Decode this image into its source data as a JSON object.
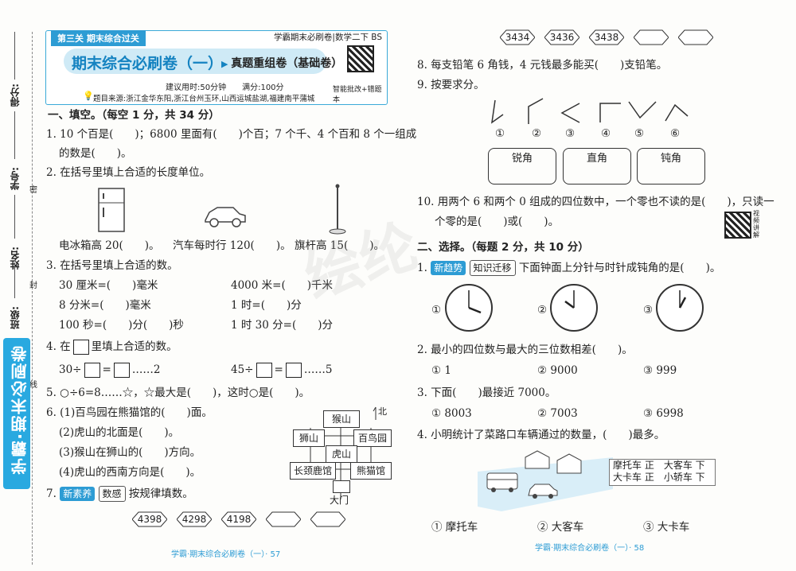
{
  "left_strip": {
    "score_label": "得分:",
    "id_label": "学号:",
    "name_label": "姓名:",
    "class_label": "班级:",
    "seal_chars": [
      "密",
      "封",
      "线"
    ],
    "brand": "学霸·期末必刷卷"
  },
  "header": {
    "tag": "第三关 期末综合过关",
    "series": "学霸期末必刷卷|数学二下 BS",
    "title": "期末综合必刷卷（一）",
    "subtitle": "真题重组卷（基础卷）",
    "meta": "建议用时:50分钟　　满分:100分",
    "qr_caption": "智能批改+错题本",
    "source": "题目来源:浙江金华东阳,浙江台州玉环,山西运城盐湖,福建南平蒲城"
  },
  "section1": {
    "heading": "一、填空。（每空 1 分，共 34 分）",
    "q1_line1": "1. 10 个百是(　　)；6800 里面有(　　)个百；7 个千、4 个百和 8 个一组成",
    "q1_line2": "的数是(　　)。",
    "q2": "2. 在括号里填上合适的长度单位。",
    "q2_fridge": "电冰箱高 20(　　)。",
    "q2_car": "汽车每时行 120(　　)。",
    "q2_flag": "旗杆高 15(　　)。",
    "q3": "3. 在括号里填上合适的数。",
    "q3_items": [
      "30 厘米=(　　)毫米",
      "4000 米=(　　)千米",
      "8 分米=(　　)毫米",
      "1 时=(　　)分",
      "100 秒=(　　)分(　　)秒",
      "1 时 30 分=(　　)分"
    ],
    "q4_pre": "4. 在",
    "q4_post": "里填上合适的数。",
    "q4_a1": "30÷",
    "q4_a2": "=",
    "q4_a3": "……2",
    "q4_b1": "45÷",
    "q4_b2": "=",
    "q4_b3": "……5",
    "q5": "5. ○÷6=8……☆，☆最大是(　　)，这时○是(　　)。",
    "q6_1": "6. (1)百鸟园在熊猫馆的(　　)面。",
    "q6_2": "(2)虎山的北面是(　　)。",
    "q6_3": "(3)猴山在狮山的(　　)方向。",
    "q6_4": "(4)虎山的西南方向是(　　)。",
    "map": {
      "north": "北",
      "monkey": "猴山",
      "lion": "狮山",
      "bird": "百鸟园",
      "tiger": "虎山",
      "deer": "长颈鹿馆",
      "panda": "熊猫馆",
      "gate": "大门"
    },
    "q7_num": "7.",
    "q7_tag1": "新素养",
    "q7_tag2": "数感",
    "q7_text": "按规律填数。",
    "q7_diamonds": [
      "4398",
      "4298",
      "4198",
      "",
      ""
    ],
    "q7_top_diamonds": [
      "3434",
      "3436",
      "3438",
      "",
      ""
    ],
    "footer_left": "学霸·期末综合必刷卷（一）· 57"
  },
  "right": {
    "q8": "8. 每支铅笔 6 角钱，4 元钱最多能买(　　)支铅笔。",
    "q9": "9. 按要求分。",
    "angle_nums": [
      "①",
      "②",
      "③",
      "④",
      "⑤",
      "⑥"
    ],
    "angle_boxes": [
      "锐角",
      "直角",
      "钝角"
    ],
    "q10_line1": "10. 用两个 6 和两个 0 组成的四位数中，一个零也不读的是(　　)，只读一",
    "q10_line2": "个零的是(　　)或(　　)。",
    "qr_caption": "视频讲解",
    "section2": "二、选择。（每题 2 分，共 10 分）",
    "s1_num": "1.",
    "s1_tag1": "新趋势",
    "s1_tag2": "知识迁移",
    "s1_text": "下面钟面上分针与时针成钝角的是(　　)。",
    "s1_opts": [
      "①",
      "②",
      "③"
    ],
    "s2": "2. 最小的四位数与最大的三位数相差(　　)。",
    "s2_opts": [
      "① 1",
      "② 9000",
      "③ 999"
    ],
    "s3": "3. 下面(　　)最接近 7000。",
    "s3_opts": [
      "① 8003",
      "② 7003",
      "③ 6998"
    ],
    "s4": "4. 小明统计了菜路口车辆通过的数量，(　　)最多。",
    "tally": [
      "摩托车 正　大客车 下",
      "大卡车 正　小轿车 下"
    ],
    "s4_opts": [
      "① 摩托车",
      "② 大客车",
      "③ 大卡车"
    ],
    "footer_right": "学霸·期末综合必刷卷（一）· 58",
    "watermark": "绘纶"
  }
}
